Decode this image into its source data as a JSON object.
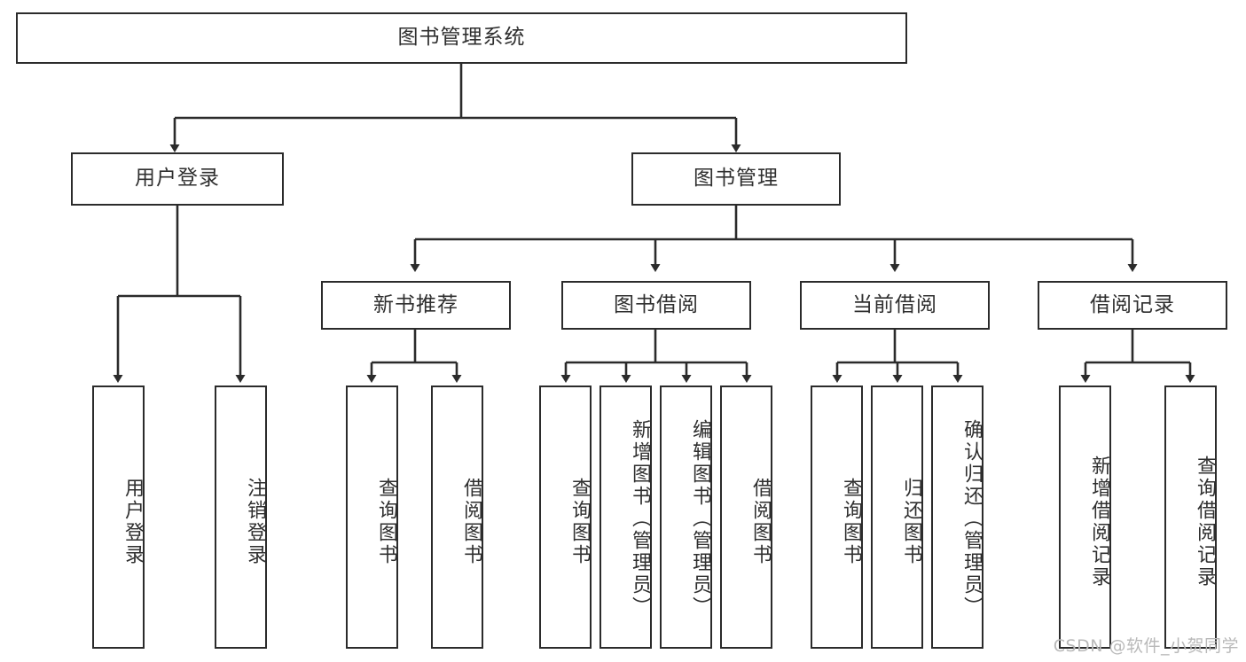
{
  "diagram": {
    "type": "tree",
    "title": "图书管理系统",
    "root": {
      "label": "图书管理系统"
    },
    "level2": [
      {
        "label": "用户登录"
      },
      {
        "label": "图书管理"
      }
    ],
    "level3": [
      {
        "label": "新书推荐"
      },
      {
        "label": "图书借阅"
      },
      {
        "label": "当前借阅"
      },
      {
        "label": "借阅记录"
      }
    ],
    "leaves": {
      "user_login": [
        {
          "label": "用户登录"
        },
        {
          "label": "注销登录"
        }
      ],
      "new_book_recommend": [
        {
          "label": "查询图书"
        },
        {
          "label": "借阅图书"
        }
      ],
      "book_borrow": [
        {
          "label": "查询图书"
        },
        {
          "label": "新增图书（管理员）"
        },
        {
          "label": "编辑图书（管理员）"
        },
        {
          "label": "借阅图书"
        }
      ],
      "current_borrow": [
        {
          "label": "查询图书"
        },
        {
          "label": "归还图书"
        },
        {
          "label": "确认归还（管理员）"
        }
      ],
      "borrow_record": [
        {
          "label": "新增借阅记录"
        },
        {
          "label": "查询借阅记录"
        }
      ]
    }
  },
  "watermark": {
    "text": "CSDN @软件_小贺同学"
  },
  "colors": {
    "stroke": "#2b2b2b",
    "text": "#2f2f2f",
    "background": "#ffffff",
    "watermark": "#b9b9b9"
  }
}
